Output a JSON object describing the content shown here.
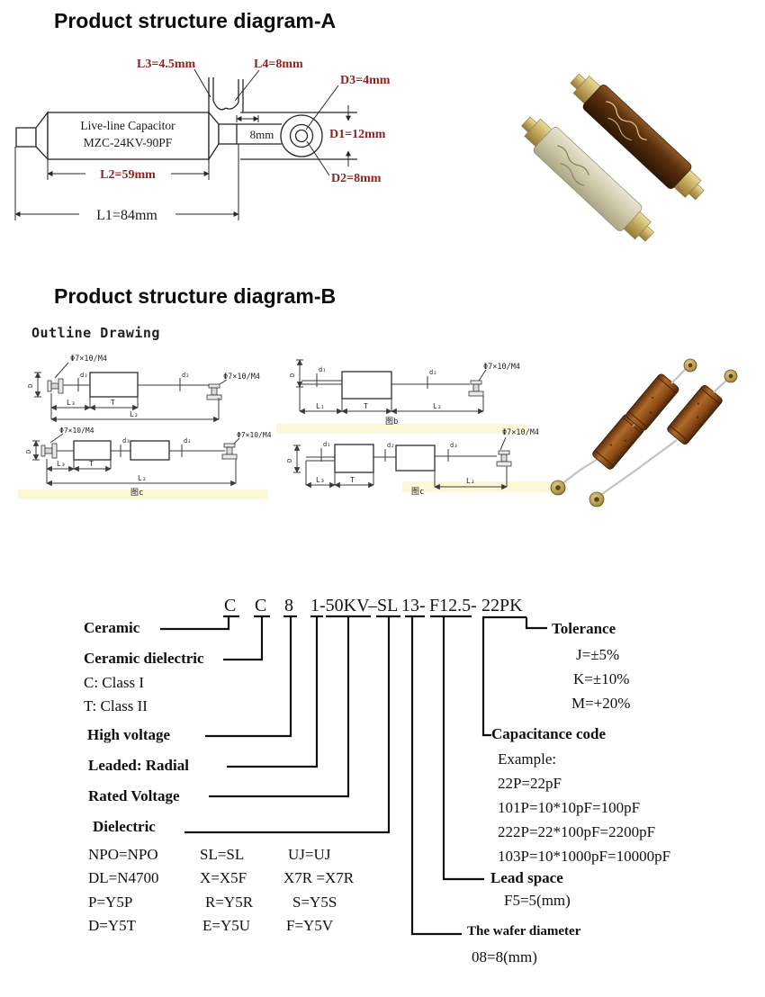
{
  "section_a": {
    "title": "Product structure diagram-A",
    "drawing": {
      "body_line1": "Live-line Capacitor",
      "body_line2": "MZC-24KV-90PF",
      "l3": "L3=4.5mm",
      "l4": "L4=8mm",
      "d3": "D3=4mm",
      "d1": "D1=12mm",
      "d2": "D2=8mm",
      "gap": "8mm",
      "l2": "L2=59mm",
      "l1": "L1=84mm"
    },
    "colors": {
      "dim_red": "#8b2424",
      "line": "#262626"
    }
  },
  "section_b": {
    "title": "Product structure diagram-B",
    "subtitle": "Outline Drawing",
    "thread_label": "Φ7×10/M4",
    "dim_labels": {
      "D": "D",
      "d1": "d₁",
      "d2": "d₂",
      "d3": "d₃",
      "L1": "L₁",
      "L2": "L₂",
      "L3": "L₃",
      "T": "T"
    },
    "captions": {
      "top_mid": "图b",
      "bottom_left": "图c",
      "bottom_mid": "图c"
    }
  },
  "part_number": {
    "segments": [
      {
        "text": "C"
      },
      {
        "text": "C"
      },
      {
        "text": "8"
      },
      {
        "text": "1-50KV"
      },
      {
        "text": "–SL"
      },
      {
        "text": "13-"
      },
      {
        "text": "F12.5-"
      },
      {
        "text": "22PK"
      }
    ],
    "left": {
      "ceramic": "Ceramic",
      "ceramic_dielectric": "Ceramic dielectric",
      "class1": "C: Class I",
      "class2": "T: Class II",
      "high_voltage": "High voltage",
      "leaded": "Leaded: Radial",
      "rated_voltage": "Rated Voltage",
      "dielectric": "Dielectric",
      "dielectric_table": [
        [
          "NPO=NPO",
          "SL=SL",
          "UJ=UJ"
        ],
        [
          "DL=N4700",
          "X=X5F",
          "X7R =X7R"
        ],
        [
          "P=Y5P",
          "R=Y5R",
          "S=Y5S"
        ],
        [
          "D=Y5T",
          "E=Y5U",
          "F=Y5V"
        ]
      ]
    },
    "right": {
      "tolerance_title": "Tolerance",
      "tolerance_items": [
        "J=±5%",
        "K=±10%",
        "M=+20%"
      ],
      "capacitance_title": "Capacitance code",
      "capacitance_items": [
        "Example:",
        "22P=22pF",
        "101P=10*10pF=100pF",
        "222P=22*100pF=2200pF",
        "103P=10*1000pF=10000pF"
      ],
      "lead_space_title": "Lead space",
      "lead_space_value": "F5=5(mm)",
      "wafer_title": "The wafer diameter",
      "wafer_value": "08=8(mm)"
    }
  }
}
